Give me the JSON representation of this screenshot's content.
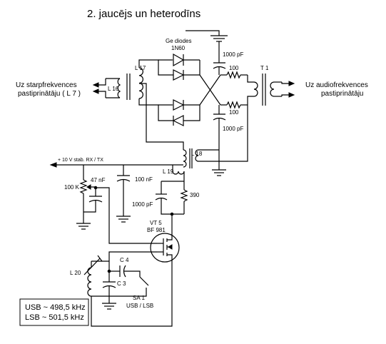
{
  "title": "2. jaucējs un heterodīns",
  "labels": {
    "ge_diodes": "Ge diodes",
    "diode_type": "1N60",
    "c_top": "1000 pF",
    "r_top": "100",
    "t1": "T 1",
    "r_mid": "100",
    "c_mid": "1000 pF",
    "l17": "L 17",
    "l16": "L 16",
    "left_text_1": "Uz starpfrekvences",
    "left_text_2": "pastiprinātāju ( L 7 )",
    "right_text_1": "Uz audiofrekvences",
    "right_text_2": "pastiprinātāju",
    "l18": "L 18",
    "supply": "+ 10 V stab. RX / TX",
    "l19": "L 19",
    "c47": "47 nF",
    "r100k": "100 K",
    "c100n": "100 nF",
    "c1000_vt": "1000 pF",
    "r390": "390",
    "vt5": "VT 5",
    "bf981": "BF 981",
    "c4": "C 4",
    "l20": "L 20",
    "c3": "C 3",
    "sa1": "SA 1",
    "usb_lsb": "USB / LSB",
    "freq_usb": "USB ~ 498,5 kHz",
    "freq_lsb": "LSB ~ 501,5 kHz"
  }
}
